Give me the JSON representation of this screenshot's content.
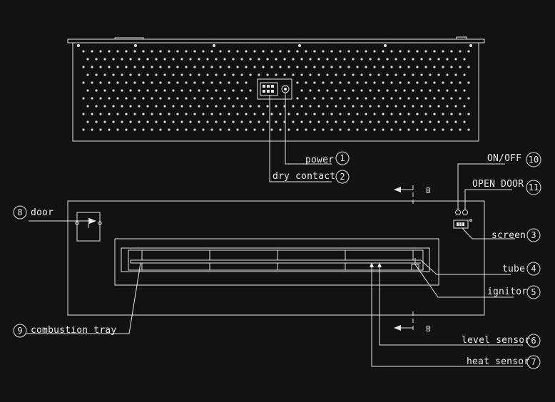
{
  "callouts": [
    {
      "num": "1",
      "label": "power"
    },
    {
      "num": "2",
      "label": "dry contact"
    },
    {
      "num": "3",
      "label": "screen"
    },
    {
      "num": "4",
      "label": "tube"
    },
    {
      "num": "5",
      "label": "ignitor"
    },
    {
      "num": "6",
      "label": "level sensor"
    },
    {
      "num": "7",
      "label": "heat sensor"
    },
    {
      "num": "8",
      "label": "door"
    },
    {
      "num": "9",
      "label": "combustion tray"
    },
    {
      "num": "10",
      "label": "ON/OFF"
    },
    {
      "num": "11",
      "label": "OPEN DOOR"
    }
  ],
  "section_marks": {
    "top": "B",
    "bottom": "B"
  },
  "colors": {
    "background": "#121212",
    "line": "#e6e6e6"
  }
}
